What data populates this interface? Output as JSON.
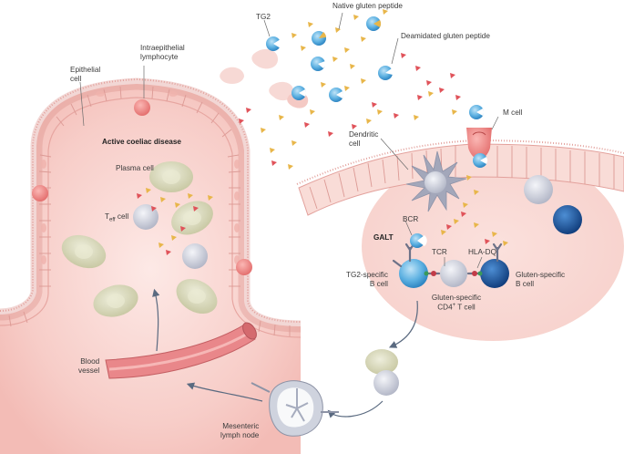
{
  "labels": {
    "tg2": "TG2",
    "native_peptide": "Native gluten peptide",
    "deamidated_peptide": "Deamidated gluten peptide",
    "iel": "Intraepithelial\nlymphocyte",
    "epithelial": "Epithelial\ncell",
    "m_cell": "M cell",
    "dendritic": "Dendritic\ncell",
    "active_disease": "Active coeliac disease",
    "plasma_cell": "Plasma cell",
    "teff_main": "T",
    "teff_sub": "eff",
    "teff_tail": " cell",
    "galt": "GALT",
    "bcr": "BCR",
    "tcr": "TCR",
    "hla": "HLA-DQ",
    "tg2_bcell": "TG2-specific\nB cell",
    "gluten_bcell": "Gluten-specific\nB cell",
    "cd4_line1": "Gluten-specific",
    "cd4_line2_a": "CD4",
    "cd4_line2_sup": "+",
    "cd4_line2_b": " T cell",
    "blood_vessel": "Blood\nvessel",
    "lymph_node": "Mesenteric\nlymph node"
  },
  "colors": {
    "tissue": "#f6c9c4",
    "tissue_glow": "#fbe4e0",
    "epithelium": "#f9d9d4",
    "epithelium_edge": "#d98c87",
    "pink_cell": "#f08a8a",
    "tg2_blue": "#4fa8dc",
    "dark_blue": "#1c5ea8",
    "grey_cell": "#c9ccd8",
    "olive_cell": "#d6d6b8",
    "peptide_yellow": "#e8b64a",
    "peptide_red": "#e0535a",
    "arrow": "#5a6a80"
  }
}
